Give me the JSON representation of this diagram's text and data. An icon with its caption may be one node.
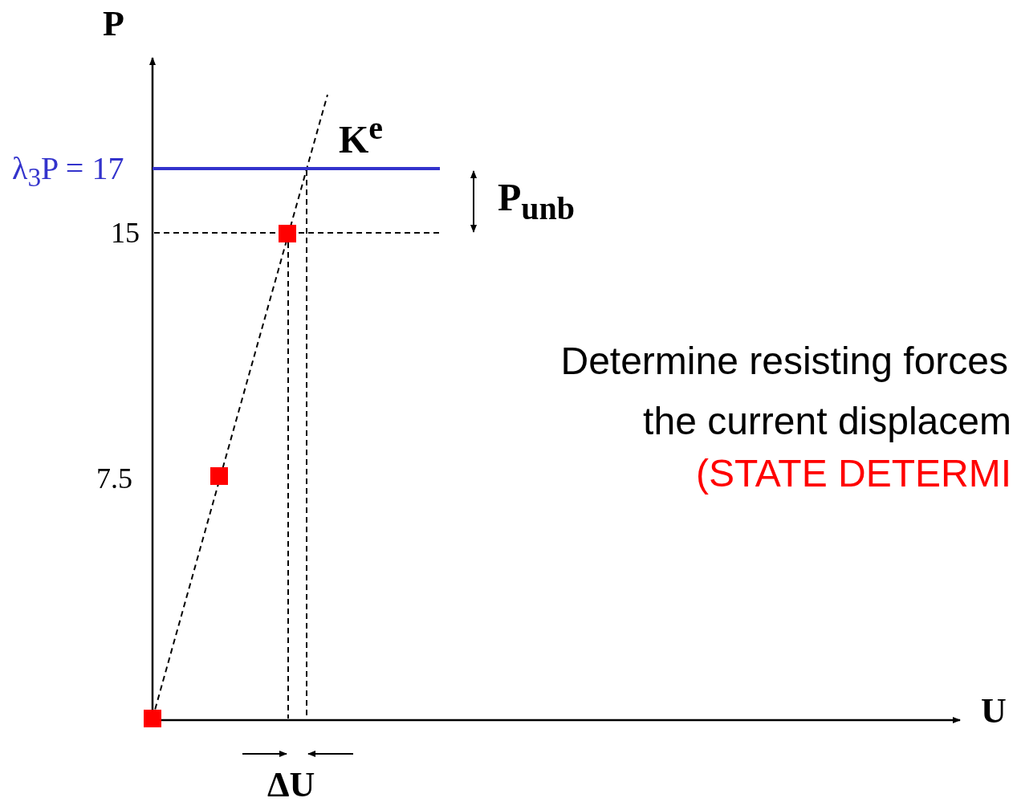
{
  "diagram": {
    "labels": [
      "P",
      "K$^{e}$",
      "λ$_{3}$P = 17",
      "P$_{unb}$",
      "15",
      "Determine resisting forces",
      "the current displacem",
      "(STATE DETERMI",
      "7.5",
      "U",
      "ΔU"
    ]
  }
}
